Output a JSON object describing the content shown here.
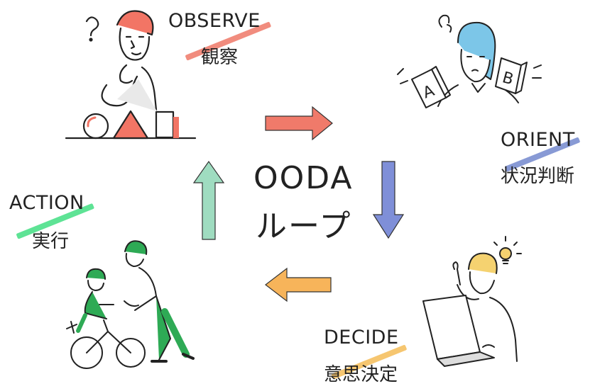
{
  "title": {
    "line1": "OODA",
    "line2": "ループ"
  },
  "stages": {
    "observe": {
      "en": "OBSERVE",
      "jp": "観察",
      "color": "#f08070"
    },
    "orient": {
      "en": "ORIENT",
      "jp": "状況判断",
      "color": "#7b8fd0"
    },
    "decide": {
      "en": "DECIDE",
      "jp": "意思決定",
      "color": "#f5c060"
    },
    "action": {
      "en": "ACTION",
      "jp": "実行",
      "color": "#4de08a"
    }
  },
  "arrows": {
    "right": "#f07a6a",
    "down": "#7f8fd8",
    "left": "#f7b45a",
    "up": "#9fdcc0"
  },
  "orient_cards": {
    "a": "A",
    "b": "B"
  }
}
